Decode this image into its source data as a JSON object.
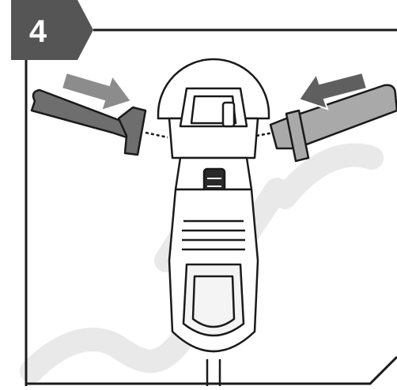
{
  "step": {
    "number": "4"
  },
  "colors": {
    "badge": "#555555",
    "line": "#1a1a1a",
    "handle_left": "#6e6e6e",
    "handle_right": "#a9a9a9",
    "arrow_left": "#8c8c8c",
    "arrow_right": "#5f5f5f",
    "watermark": "#e8e8e8"
  },
  "illustration": {
    "subject": "angle-grinder-top-view",
    "handles": [
      "left-side-handle",
      "right-side-handle"
    ],
    "arrows": [
      "arrow-right-direction",
      "arrow-left-direction"
    ]
  }
}
